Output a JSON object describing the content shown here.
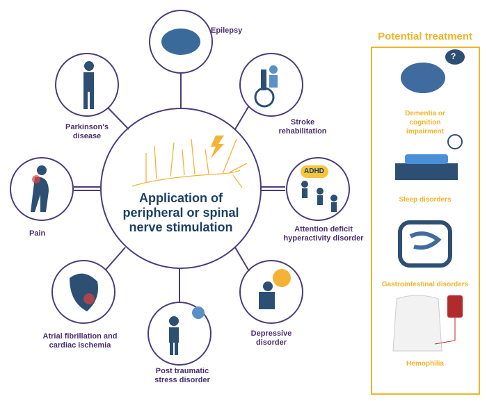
{
  "center": {
    "title": "Application of peripheral or spinal nerve stimulation"
  },
  "applications": [
    {
      "label": "Epilepsy",
      "icon": "brain-icon"
    },
    {
      "label": "Stroke rehabilitation",
      "icon": "wheelchair-icon"
    },
    {
      "label": "Attention deficit hyperactivity disorder",
      "icon": "children-icon",
      "badge": "ADHD"
    },
    {
      "label": "Depressive disorder",
      "icon": "sad-person-icon"
    },
    {
      "label": "Post traumatic stress disorder",
      "icon": "stressed-person-icon"
    },
    {
      "label": "Atrial fibrillation and cardiac ischemia",
      "icon": "heart-icon"
    },
    {
      "label": "Pain",
      "icon": "back-pain-icon"
    },
    {
      "label": "Parkinson's disease",
      "icon": "tremor-person-icon"
    }
  ],
  "treatment": {
    "title": "Potential treatment",
    "items": [
      {
        "label": "Dementia or cognition impairment",
        "icon": "puzzle-brain-icon",
        "bubble": "?"
      },
      {
        "label": "Sleep disorders",
        "icon": "bed-clock-icon"
      },
      {
        "label": "Gastrointestinal disorders",
        "icon": "intestine-icon"
      },
      {
        "label": "Hemophilia",
        "icon": "blood-bag-icon"
      }
    ]
  },
  "colors": {
    "line": "#4a3b7a",
    "label": "#4a2e6e",
    "title": "#1d3f66",
    "accent": "#f0b429",
    "icon": "#2c4f73"
  }
}
